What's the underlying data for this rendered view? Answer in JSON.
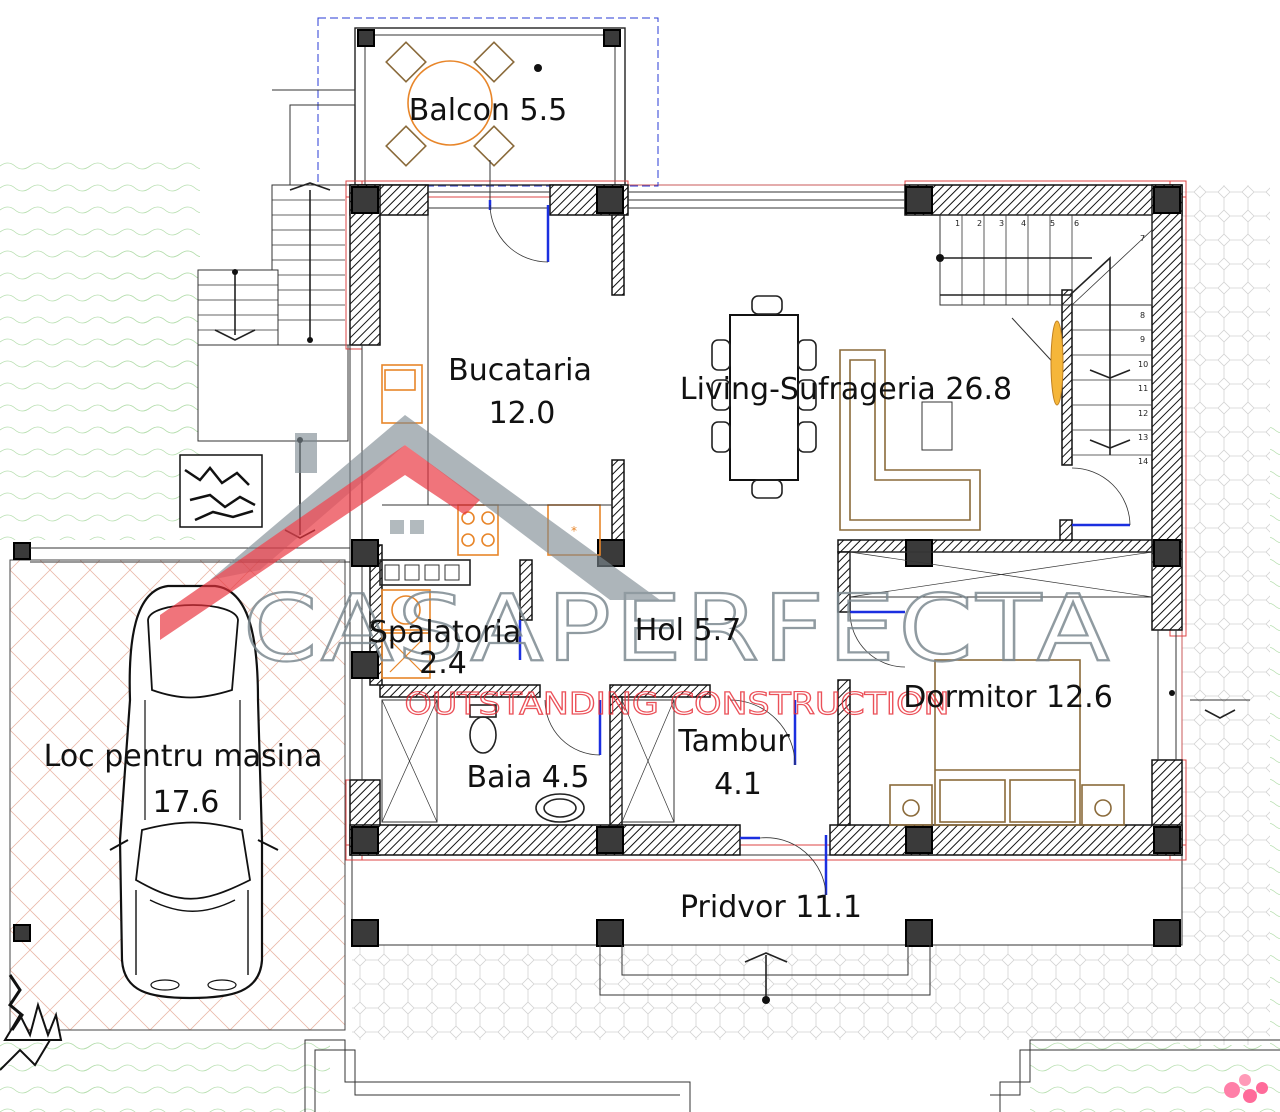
{
  "rooms": {
    "balcon": "Balcon  5.5",
    "bucataria_name": "Bucataria",
    "bucataria_area": "12.0",
    "living": "Living-Sufrageria  26.8",
    "spalatoria_name": "Spalatoria",
    "spalatoria_area": "2.4",
    "hol": "Hol  5.7",
    "dormitor": "Dormitor 12.6",
    "baia": "Baia  4.5",
    "tambur_name": "Tambur",
    "tambur_area": "4.1",
    "loc_name": "Loc pentru masina",
    "loc_area": "17.6",
    "pridvor": "Pridvor  11.1"
  },
  "stairs": {
    "top_steps": [
      "1",
      "2",
      "3",
      "4",
      "5",
      "6"
    ],
    "side_steps": [
      "7",
      "8",
      "9",
      "10",
      "11",
      "12",
      "13",
      "14"
    ]
  },
  "watermark": {
    "brand": "CASAPERFECTA",
    "tagline": "OUTSTANDING CONSTRUCTION",
    "roof_red": "#e8323c",
    "roof_grey": "#7d8a91"
  },
  "colors": {
    "wall": "#5e5e5e",
    "door_blue": "#1b2fe0",
    "grass": "#a5d8a5",
    "kitchen_orange": "#e8862a",
    "furniture_brown": "#8a6a3a"
  }
}
